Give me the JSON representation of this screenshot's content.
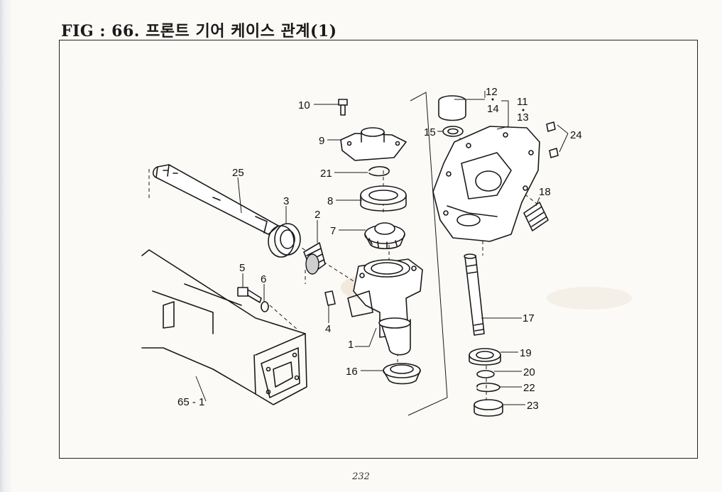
{
  "page": {
    "title": "FIG : 66. 프론트 기어 케이스 관계(1)",
    "page_number": "232"
  },
  "parts": [
    {
      "label": "1"
    },
    {
      "label": "2"
    },
    {
      "label": "3"
    },
    {
      "label": "4"
    },
    {
      "label": "5"
    },
    {
      "label": "6"
    },
    {
      "label": "7"
    },
    {
      "label": "8"
    },
    {
      "label": "9"
    },
    {
      "label": "10"
    },
    {
      "label": "11"
    },
    {
      "label": "12"
    },
    {
      "label": "13"
    },
    {
      "label": "14"
    },
    {
      "label": "15"
    },
    {
      "label": "16"
    },
    {
      "label": "17"
    },
    {
      "label": "18"
    },
    {
      "label": "19"
    },
    {
      "label": "20"
    },
    {
      "label": "21"
    },
    {
      "label": "22"
    },
    {
      "label": "23"
    },
    {
      "label": "24"
    },
    {
      "label": "25"
    },
    {
      "label": "65 - 1"
    }
  ]
}
